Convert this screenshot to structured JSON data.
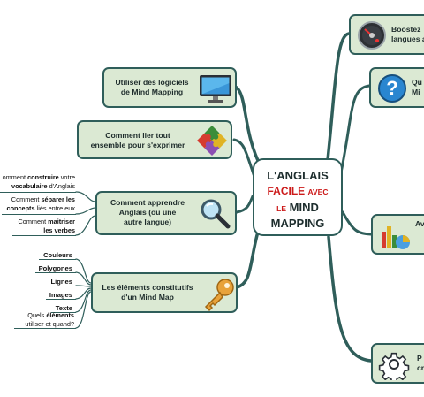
{
  "center": {
    "title_1": "L'ANGLAIS",
    "title_2a": "FACILE",
    "title_2b": "AVEC",
    "title_3a": "LE",
    "title_3b": "MIND",
    "title_4": "MAPPING"
  },
  "branches": {
    "logiciels": {
      "label_1": "Utiliser des logiciels",
      "label_2": "de Mind Mapping"
    },
    "lier": {
      "label_1": "Comment lier tout",
      "label_2": "ensemble pour s'exprimer"
    },
    "apprendre": {
      "label_1": "Comment apprendre",
      "label_2": "Anglais (ou une",
      "label_3": "autre langue)"
    },
    "elements": {
      "label_1": "Les éléments constitutifs",
      "label_2": "d'un Mind Map"
    },
    "boostez": {
      "label_1": "Boostez",
      "label_2": "langues a"
    },
    "qui": {
      "label_1": "Qu",
      "label_2": "Mi"
    },
    "av": {
      "label_1": "Av"
    },
    "p": {
      "label_1": "P",
      "label_2": "cré"
    }
  },
  "apprendre_leaves": [
    {
      "pre": "omment ",
      "bold": "construire",
      "post": " votre",
      "line2_bold": "vocabulaire",
      "line2_post": " d'Anglais"
    },
    {
      "pre": "Comment ",
      "bold": "séparer les",
      "post": "",
      "line2_bold": "concepts",
      "line2_post": " liés entre eux"
    },
    {
      "pre": "Comment ",
      "bold": "maitriser",
      "post": "",
      "line2_bold": "les verbes",
      "line2_post": ""
    }
  ],
  "element_leaves": [
    "Couleurs",
    "Polygones",
    "Lignes",
    "Images",
    "Texte"
  ],
  "element_last_leaf": {
    "pre": "Quels ",
    "bold": "éléments",
    "line2": "utiliser et quand?"
  },
  "colors": {
    "branch": "#2f5e5a",
    "node_fill": "#dbe9d3",
    "accent_red": "#cc1a1a"
  }
}
